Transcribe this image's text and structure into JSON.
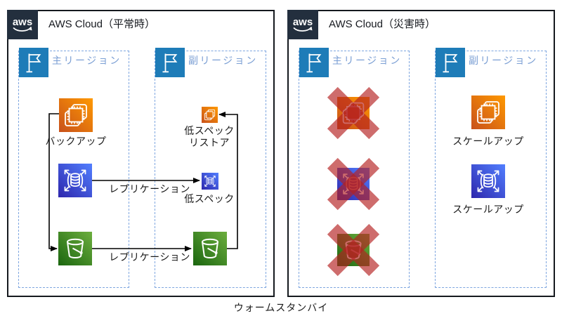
{
  "caption": "ウォームスタンバイ",
  "aws_logo_text": "aws",
  "left_panel": {
    "title": "AWS Cloud（平常時）",
    "primary_region_label": "主リージョン",
    "secondary_region_label": "副リージョン",
    "labels": {
      "backup": "バックアップ",
      "replication_db": "レプリケーション",
      "replication_s3": "レプリケーション",
      "low_spec_restore_line1": "低スペック",
      "low_spec_restore_line2": "リストア",
      "low_spec_db": "低スペック"
    }
  },
  "right_panel": {
    "title": "AWS Cloud（災害時）",
    "primary_region_label": "主リージョン",
    "secondary_region_label": "副リージョン",
    "labels": {
      "scale_up_ec2": "スケールアップ",
      "scale_up_db": "スケールアップ"
    }
  },
  "colors": {
    "logo_bg": "#232F3E",
    "flag_bg": "#1E7CB8",
    "ec2_dark": "#C8511B",
    "ec2_light": "#FF9900",
    "db_dark": "#2E27AD",
    "db_light": "#527FFF",
    "s3_dark": "#1B660F",
    "s3_light": "#6CAE3E",
    "region_border": "#7EA6E0",
    "region_label": "#7B9FD4",
    "cross_red": "#B42020",
    "connector": "#000000"
  }
}
